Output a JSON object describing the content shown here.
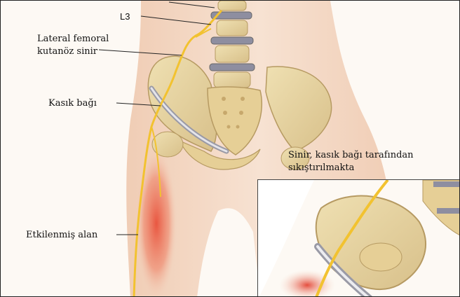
{
  "labels": {
    "l3": "L3",
    "lateral_femoral_line1": "Lateral femoral",
    "lateral_femoral_line2": "kutanöz sinir",
    "kasik_bagi": "Kasık bağı",
    "etkilenmis_alan": "Etkilenmiş alan"
  },
  "inset": {
    "caption_line1": "Sinir, kasık bağı tarafından",
    "caption_line2": "sıkıştırılmakta"
  },
  "colors": {
    "skin": "#f3d8c4",
    "bone": "#e9d6a3",
    "bone_shadow": "#c9ad72",
    "nerve": "#f2c230",
    "ligament": "#d9d9de",
    "affected": "#e8503a"
  }
}
